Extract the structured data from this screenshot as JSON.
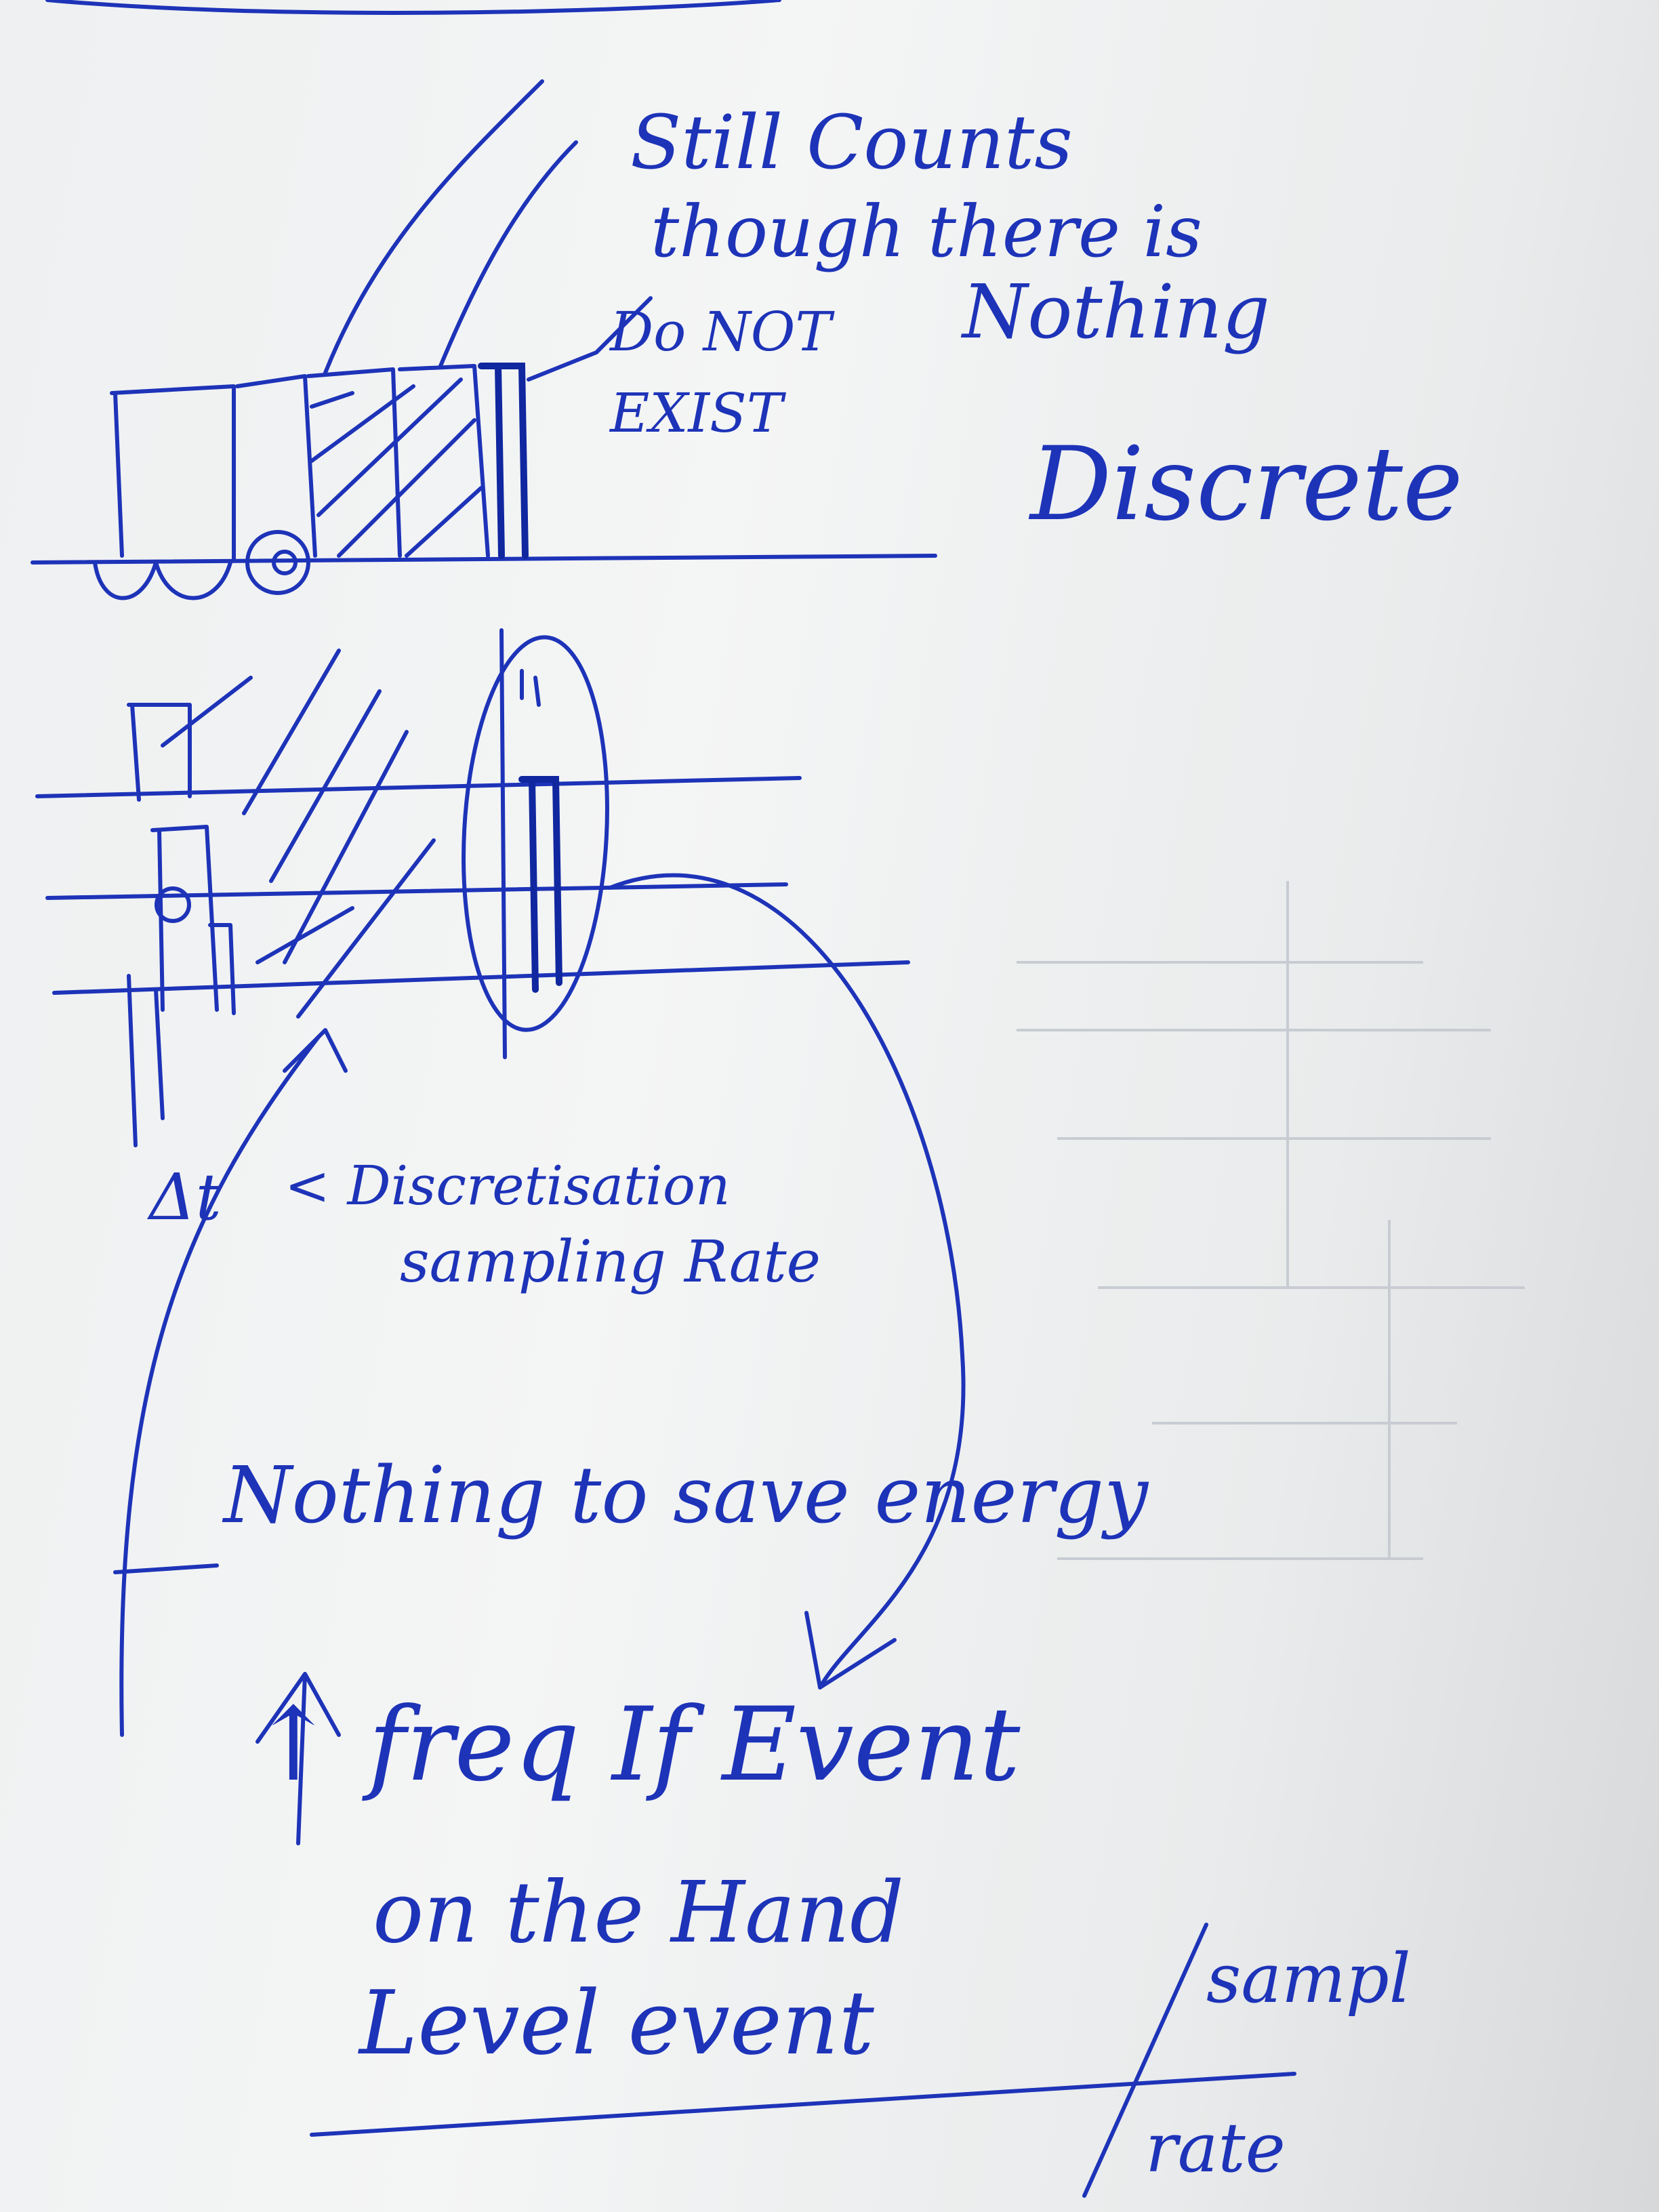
{
  "notes": {
    "still_counts": "Still Counts",
    "though_there_is": "though there is",
    "nothing": "Nothing",
    "do_not": "Do NOT",
    "exist": "EXIST",
    "discrete": "Discrete",
    "delta_t": "Δt",
    "discretisation": "< Discretisation",
    "sampling_rate": "sampling Rate",
    "nothing_to_save_energy": "Nothing to save energy",
    "freq_if_event": "↑ freq If Event",
    "on_the_hand": "on the Hand",
    "level_event": "Level event",
    "sampl": "sampl",
    "rate": "rate"
  },
  "colors": {
    "ink": "#1d33b8",
    "paper": "#f2f3f4"
  }
}
